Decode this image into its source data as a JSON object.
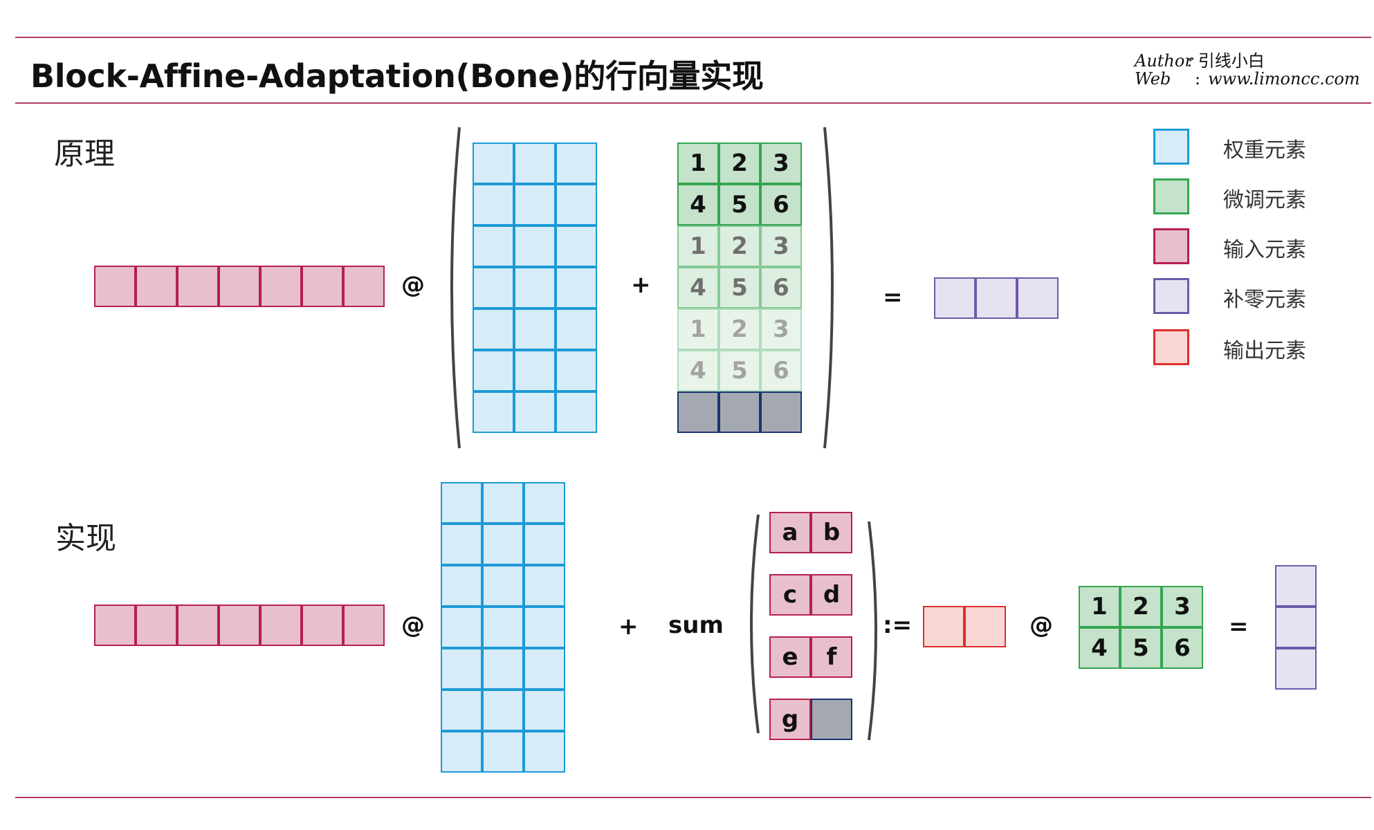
{
  "header": {
    "title": "Block-Affine-Adaptation(Bone)的行向量实现",
    "author_key": "Author",
    "author_sep": ":",
    "author_value": "引线小白",
    "web_key": "Web",
    "web_sep": ":",
    "web_value": "www.limoncc.com"
  },
  "sections": {
    "principle": "原理",
    "implementation": "实现"
  },
  "operators": {
    "at": "@",
    "plus": "+",
    "equals": "=",
    "sum": "sum",
    "assign": ":="
  },
  "fine_tune_rows": [
    [
      "1",
      "2",
      "3"
    ],
    [
      "4",
      "5",
      "6"
    ]
  ],
  "blocks": [
    [
      "a",
      "b"
    ],
    [
      "c",
      "d"
    ],
    [
      "e",
      "f"
    ],
    [
      "g",
      ""
    ]
  ],
  "legend": [
    {
      "label": "权重元素",
      "color": "#d6ecf8",
      "border": "#1c9ad6"
    },
    {
      "label": "微调元素",
      "color": "#c4e3ca",
      "border": "#33a650"
    },
    {
      "label": "输入元素",
      "color": "#e8bfcd",
      "border": "#b5214c"
    },
    {
      "label": "补零元素",
      "color": "#e7e2f2",
      "border": "#6b5ba9"
    },
    {
      "label": "输出元素",
      "color": "#f8d6d4",
      "border": "#dd2e2a"
    }
  ],
  "colors": {
    "rule": "#b03a63",
    "weight": "#1c9ad6",
    "finetune": "#33a650",
    "input": "#b5214c",
    "pad": "#6b5ba9",
    "output": "#dd2e2a",
    "zero_block": "#1c3472"
  }
}
